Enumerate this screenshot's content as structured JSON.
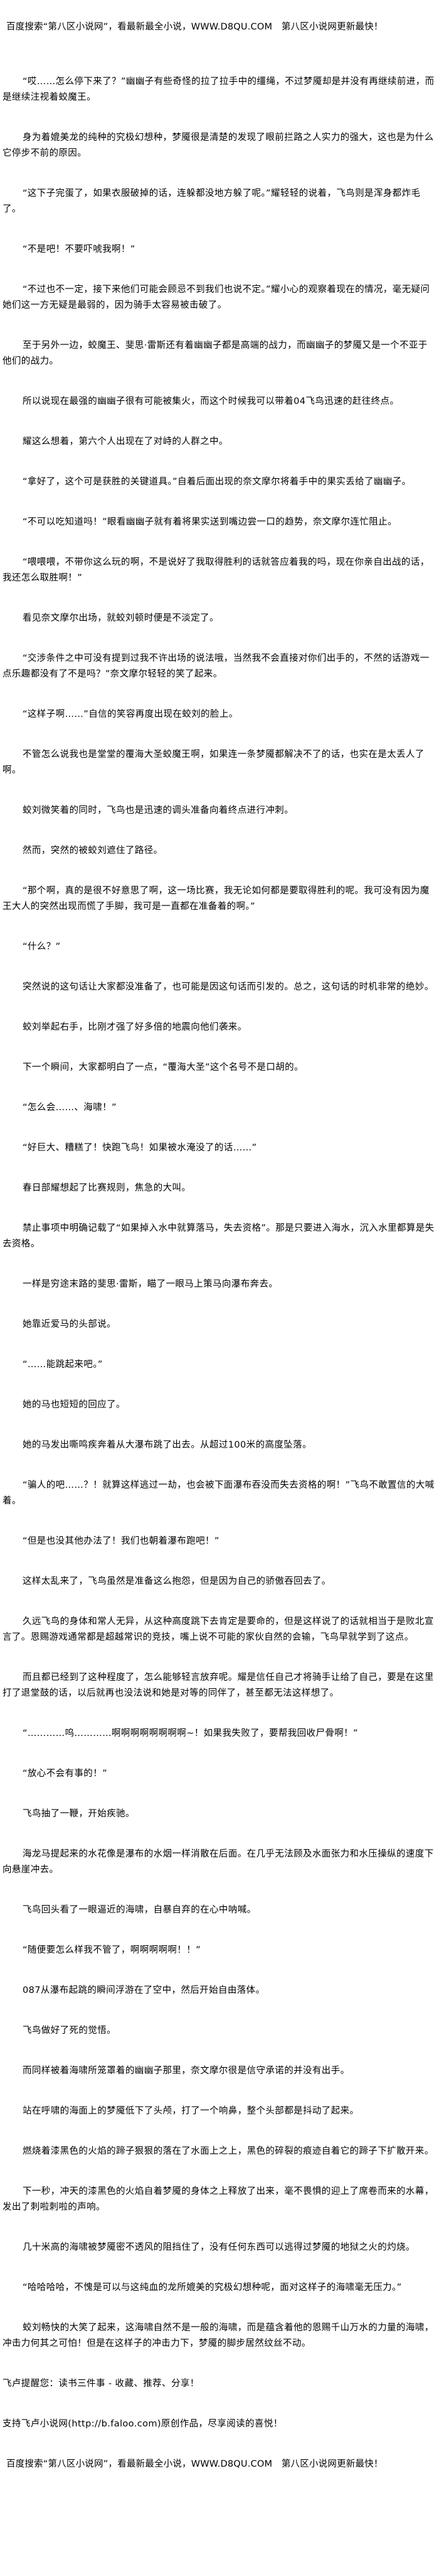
{
  "banner": "百度搜索“第八区小说网”，看最新最全小说，WWW.D8QU.COM　第八区小说网更新最快！",
  "paragraphs": [
    "“哎……怎么停下来了？”幽幽子有些奇怪的拉了拉手中的缰绳，不过梦魇却是并没有再继续前进，而是继续注视着蛟魔王。",
    "身为着媲美龙的纯种的究极幻想种，梦魇很是清楚的发现了眼前拦路之人实力的强大，这也是为什么它停步不前的原因。",
    "“这下子完蛋了，如果衣服破掉的话，连躲都没地方躲了呢。”耀轻轻的说着，飞鸟则是浑身都炸毛了。",
    "“不是吧！不要吓唬我啊！”",
    "“不过也不一定，接下来他们可能会顾忌不到我们也说不定。”耀小心的观察着现在的情况，毫无疑问她们这一方无疑是最弱的，因为骑手太容易被击破了。",
    "至于另外一边，蛟魔王、斐思·雷斯还有着幽幽子都是高端的战力，而幽幽子的梦魇又是一个不亚于他们的战力。",
    "所以说现在最强的幽幽子很有可能被集火，而这个时候我可以带着04飞鸟迅速的赶往终点。",
    "耀这么想着，第六个人出现在了对峙的人群之中。",
    "“拿好了，这个可是获胜的关键道具。”自着后面出现的奈文摩尔将着手中的果实丢给了幽幽子。",
    "“不可以吃知道吗！”眼看幽幽子就有着将果实送到嘴边尝一口的趋势，奈文摩尔连忙阻止。",
    "“喂喂喂，不带你这么玩的啊，不是说好了我取得胜利的话就答应着我的吗，现在你亲自出战的话，我还怎么取胜啊！”",
    "看见奈文摩尔出场，就蛟刘顿时便是不淡定了。",
    "“交涉条件之中可没有提到过我不许出场的说法哦，当然我不会直接对你们出手的，不然的话游戏一点乐趣都没有了不是吗？”奈文摩尔轻轻的笑了起来。",
    "“这样子啊……”自信的笑容再度出现在蛟刘的脸上。",
    "不管怎么说我也是堂堂的覆海大圣蛟魔王啊，如果连一条梦魇都解决不了的话，也实在是太丢人了啊。",
    "蛟刘微笑着的同时，飞鸟也是迅速的调头准备向着终点进行冲刺。",
    "然而，突然的被蛟刘遮住了路径。",
    "“那个啊，真的是很不好意思了啊，这一场比赛，我无论如何都是要取得胜利的呢。我可没有因为魔王大人的突然出现而慌了手脚，我可是一直都在准备着的啊。”",
    "“什么？”",
    "突然说的这句话让大家都没准备了，也可能是因这句话而引发的。总之，这句话的时机非常的绝妙。",
    "蛟刘举起右手，比刚才强了好多倍的地震向他们袭来。",
    "下一个瞬间，大家都明白了一点，“覆海大圣”这个名号不是口胡的。",
    "“怎么会……、海啸！”",
    "“好巨大、糟糕了！快跑飞鸟！如果被水淹没了的话……”",
    "春日部耀想起了比赛规则，焦急的大叫。",
    "禁止事项中明确记载了“如果掉入水中就算落马，失去资格”。那是只要进入海水，沉入水里都算是失去资格。",
    "一样是穷途末路的斐思·雷斯，瞄了一眼马上策马向瀑布奔去。",
    "她靠近爱马的头部说。",
    "“……能跳起来吧。”",
    "她的马也短短的回应了。",
    "她的马发出嘶鸣疾奔着从大瀑布跳了出去。从超过100米的高度坠落。",
    "“骗人的吧……？！就算这样逃过一劫，也会被下面瀑布吞没而失去资格的啊！”飞鸟不敢置信的大喊着。",
    "“但是也没其他办法了！我们也朝着瀑布跑吧！”",
    "这样太乱来了，飞鸟虽然是准备这么抱怨，但是因为自己的骄傲吞回去了。",
    "久远飞鸟的身体和常人无异，从这种高度跳下去肯定是要命的，但是这样说了的话就相当于是败北宣言了。恩赐游戏通常都是超越常识的竞技，嘴上说不可能的家伙自然的会输，飞鸟早就学到了这点。",
    "而且都已经到了这种程度了，怎么能够轻言放弃呢。耀是信任自己才将骑手让给了自己，要是在这里打了退堂鼓的话，以后就再也没法说和她是对等的同伴了，甚至都无法这样想了。",
    "“…………呜…………啊啊啊啊啊啊啊啊~！如果我失败了，要帮我回收尸骨啊！”",
    "“放心不会有事的！”",
    "飞鸟抽了一鞭，开始疾驰。",
    "海龙马提起来的水花像是瀑布的水烟一样消散在后面。在几乎无法顾及水面张力和水压操纵的速度下向悬崖冲去。",
    "飞鸟回头看了一眼逼近的海啸，自暴自弃的在心中呐喊。",
    "“随便要怎么样我不管了，啊啊啊啊啊！！”",
    "087从瀑布起跳的瞬间浮游在了空中，然后开始自由落体。",
    "飞鸟做好了死的觉悟。",
    "而同样被着海啸所笼罩着的幽幽子那里，奈文摩尔很是信守承诺的并没有出手。",
    "站在呼啸的海面上的梦魇低下了头颅，打了一个响鼻，整个头部都是抖动了起来。",
    "燃烧着漆黑色的火焰的蹄子狠狠的落在了水面上之上，黑色的碎裂的痕迹自着它的蹄子下扩散开来。",
    "下一秒，冲天的漆黑色的火焰自着梦魇的身体之上释放了出来，毫不畏惧的迎上了席卷而来的水幕，发出了刺啦刺啦的声响。",
    "几十米高的海啸被梦魇密不透风的阻挡住了，没有任何东西可以逃得过梦魇的地狱之火的灼烧。",
    "“哈哈哈哈，不愧是可以与这纯血的龙所媲美的究极幻想种呢，面对这样子的海啸毫无压力。”",
    "蛟刘畅快的大笑了起来，这海啸自然不是一般的海啸，而是蕴含着他的恩赐千山万水的力量的海啸，冲击力何其之可怕！但是在这样子的冲击力下，梦魇的脚步居然纹丝不动。"
  ],
  "footer": {
    "reminder": "飞卢提醒您：读书三件事 - 收藏、推荐、分享！",
    "support": "支持飞卢小说网(http://b.faloo.com)原创作品，尽享阅读的喜悦！"
  }
}
